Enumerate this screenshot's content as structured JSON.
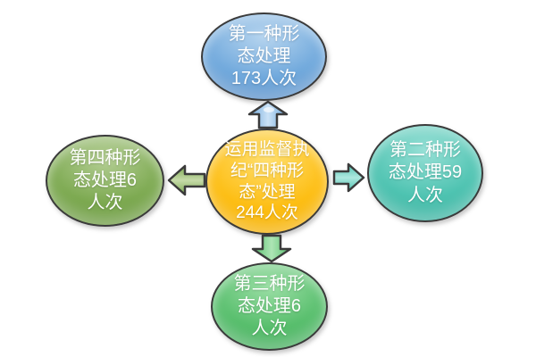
{
  "canvas": {
    "background": "#FFFFFF",
    "stroke": "#3B3B3B",
    "text_color": "#FFFFFF"
  },
  "diagram": {
    "type": "radial-cycle",
    "center": {
      "full_text": "运用监督执纪“四种形态”处理244人次",
      "lines": [
        "运用监督执",
        "纪“四种形",
        "态”处理",
        "244人次"
      ],
      "value": 244,
      "unit": "人次",
      "fill": "#FDBE14",
      "fill_light": "#FFDF70",
      "fill_dark": "#EFA800"
    },
    "top": {
      "full_text": "第一种形态处理173人次",
      "lines": [
        "第一种形",
        "态处理",
        "173人次"
      ],
      "value": 173,
      "unit": "人次",
      "fill": "#6FA8DC",
      "fill_light": "#B7D5EF",
      "fill_dark": "#4A7EBB"
    },
    "right": {
      "full_text": "第二种形态处理59人次",
      "lines": [
        "第二种形",
        "态处理59",
        "人次"
      ],
      "value": 59,
      "unit": "人次",
      "fill": "#4EC3B1",
      "fill_light": "#97E0D6",
      "fill_dark": "#2FA795"
    },
    "bottom": {
      "full_text": "第三种形态处理6人次",
      "lines": [
        "第三种形",
        "态处理6",
        "人次"
      ],
      "value": 6,
      "unit": "人次",
      "fill": "#57BE6C",
      "fill_light": "#9CDFA6",
      "fill_dark": "#3BA256"
    },
    "left": {
      "full_text": "第四种形态处理6人次",
      "lines": [
        "第四种形",
        "态处理6",
        "人次"
      ],
      "value": 6,
      "unit": "人次",
      "fill": "#7CA950",
      "fill_light": "#B4CE94",
      "fill_dark": "#63913B"
    }
  },
  "arrows": {
    "up": {
      "direction": "up",
      "fill": "#6FA8DC",
      "light": "#CBE2F6"
    },
    "right": {
      "direction": "right",
      "fill": "#4EC3B1",
      "light": "#AEE8DF"
    },
    "down": {
      "direction": "down",
      "fill": "#57BE6C",
      "light": "#ADE5B5"
    },
    "left": {
      "direction": "left",
      "fill": "#7CA950",
      "light": "#C6DAA9"
    }
  }
}
